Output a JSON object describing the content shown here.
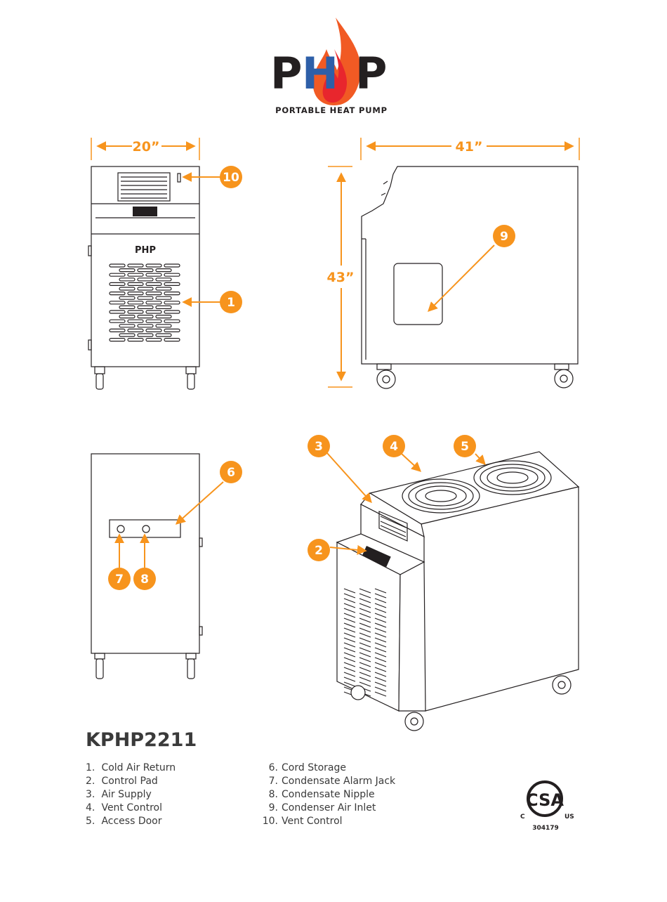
{
  "logo": {
    "letters": "PHP",
    "subtitle": "PORTABLE HEAT PUMP"
  },
  "colors": {
    "accent": "#f7941d",
    "logo_black": "#231f20",
    "logo_blue": "#2e5fa8",
    "flame_red": "#e8262d"
  },
  "dimensions": {
    "width": "20”",
    "depth": "41”",
    "height": "43”"
  },
  "callouts": [
    "1",
    "2",
    "3",
    "4",
    "5",
    "6",
    "7",
    "8",
    "9",
    "10"
  ],
  "model": "KPHP2211",
  "legend_left": [
    {
      "num": "1.",
      "label": "Cold Air Return"
    },
    {
      "num": "2.",
      "label": "Control Pad"
    },
    {
      "num": "3.",
      "label": "Air Supply"
    },
    {
      "num": "4.",
      "label": "Vent Control"
    },
    {
      "num": "5.",
      "label": "Access Door"
    }
  ],
  "legend_right": [
    {
      "num": "6.",
      "label": "Cord Storage"
    },
    {
      "num": "7.",
      "label": "Condensate Alarm Jack"
    },
    {
      "num": "8.",
      "label": "Condensate Nipple"
    },
    {
      "num": "9.",
      "label": "Condenser Air Inlet"
    },
    {
      "num": "10.",
      "label": "Vent Control"
    }
  ],
  "certification": {
    "mark": "CSA",
    "left": "C",
    "right": "US",
    "number": "304179"
  }
}
